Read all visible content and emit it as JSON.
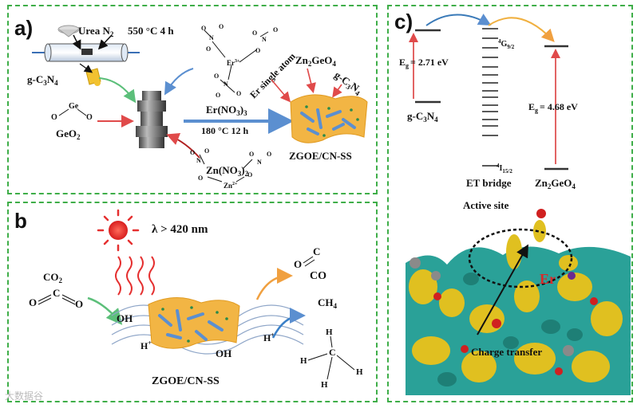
{
  "panel_a": {
    "label": "a)",
    "urea": "Urea",
    "n2": "N",
    "n2_sub": "2",
    "temp1": "550 °C 4 h",
    "gcn": "g-C",
    "gcn_sub1": "3",
    "gcn_n": "N",
    "gcn_sub2": "4",
    "ge": "Ge",
    "geo2": "GeO",
    "geo2_sub": "2",
    "er3": "Er",
    "er3_sup": "3+",
    "ern": "Er(NO",
    "ern_sub1": "3",
    "ern_close": ")",
    "ern_sub2": "3",
    "single_atom": "Er single atom",
    "zgo": "Zn",
    "zgo_sub": "2",
    "zgo_ge": "GeO",
    "zgo_sub2": "4",
    "gcn_diag": "g-C",
    "gcn_diag_sub": "3",
    "gcn_diag_n": "N",
    "gcn_diag_sub2": "4",
    "temp2": "180 °C 12 h",
    "product": "ZGOE/CN-SS",
    "znn": "Zn(NO",
    "znn_sub1": "3",
    "znn_close": ")",
    "znn_sub2": "2",
    "zn2": "Zn",
    "zn2_sup": "2+"
  },
  "panel_b": {
    "label": "b",
    "lambda": "λ > 420 nm",
    "co2": "CO",
    "co2_sub": "2",
    "o_left": "O",
    "c_mid": "C",
    "o_right": "O",
    "oh1": "OH",
    "oh2": "OH",
    "hplus1": "H",
    "hplus1_sup": "+",
    "hplus2": "H",
    "hplus2_sup": "+",
    "product": "ZGOE/CN-SS",
    "co_o": "O",
    "co_c": "C",
    "co": "CO",
    "ch4": "CH",
    "ch4_sub": "4",
    "h_top": "H",
    "c_ch4": "C",
    "h_left": "H",
    "h_bottom": "H",
    "h_right": "H"
  },
  "panel_c": {
    "label": "c)",
    "eg1": "E",
    "eg1_sub": "g",
    "eg1_val": "= 2.71 eV",
    "gcn": "g-C",
    "gcn_sub1": "3",
    "gcn_n": "N",
    "gcn_sub2": "4",
    "g92": "G",
    "g92_pre": "4",
    "g92_sub": "9/2",
    "i152": "I",
    "i152_pre": "4",
    "i152_sub": "15/2",
    "et_bridge": "ET bridge",
    "eg2": "E",
    "eg2_sub": "g",
    "eg2_val": "= 4.68 eV",
    "zgo": "Zn",
    "zgo_sub": "2",
    "zgo_ge": "GeO",
    "zgo_sub2": "4",
    "active_site": "Active site",
    "er": "Er",
    "charge_transfer": "Charge transfer"
  },
  "watermark": "大数据谷",
  "colors": {
    "border": "#3fae49",
    "arrow_red": "#e04a4a",
    "arrow_blue": "#5b8fd0",
    "arrow_green": "#5cbf7a",
    "arrow_orange": "#f0a040",
    "sun": "#e53030",
    "sheet": "#f2b544",
    "teal": "#2aa198",
    "yellow": "#e0c020"
  }
}
